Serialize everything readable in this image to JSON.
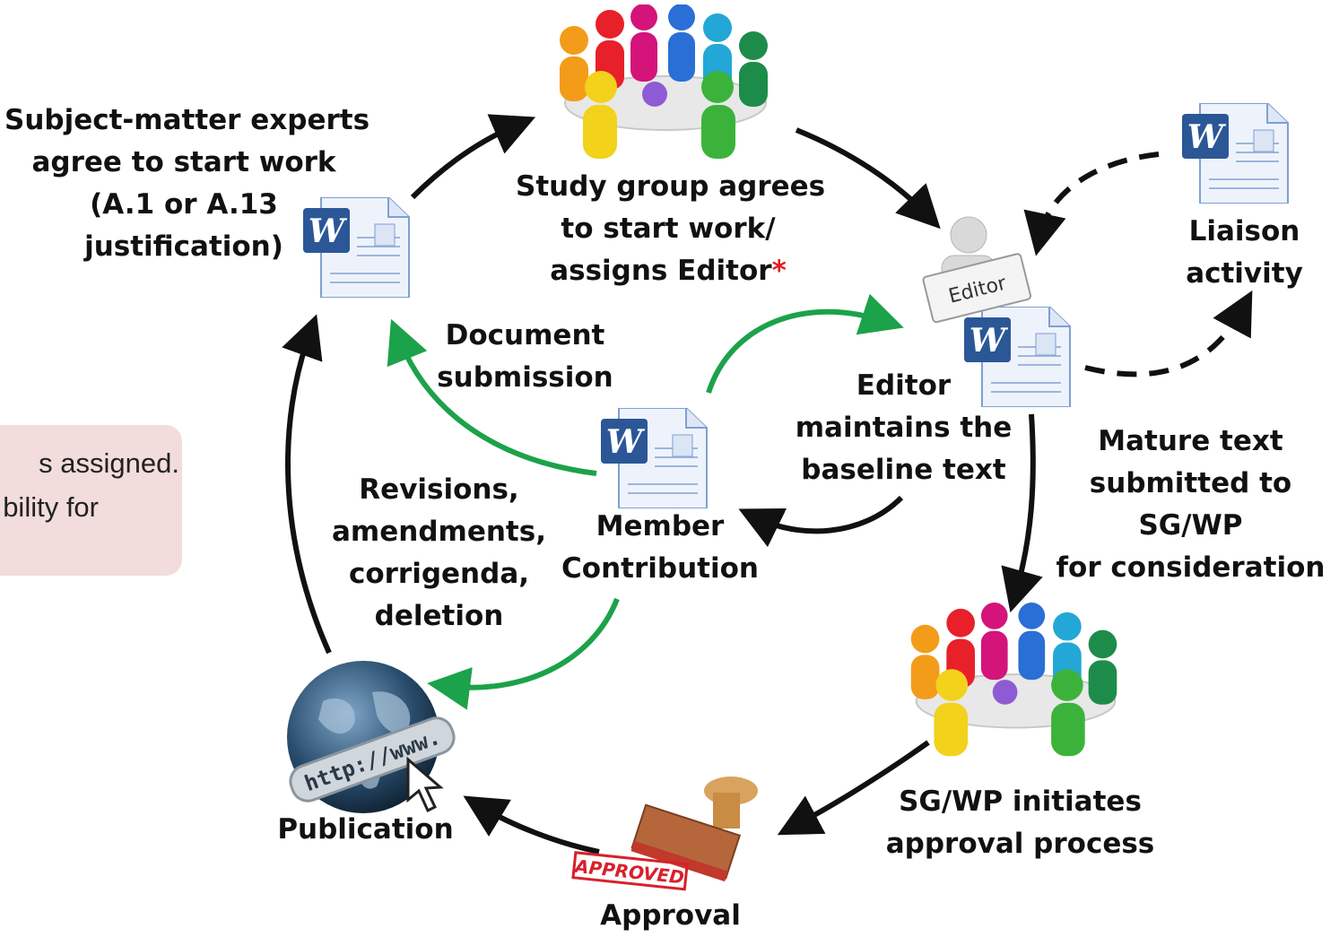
{
  "note": {
    "line1": "s assigned.",
    "line2": "bility for"
  },
  "labels": {
    "subject_experts": [
      "Subject-matter experts",
      "agree to start work",
      "(A.1 or A.13",
      "justification)"
    ],
    "study_group": [
      "Study group agrees",
      "to start work/"
    ],
    "study_group_last": "assigns Editor",
    "asterisk": "*",
    "liaison": [
      "Liaison",
      "activity"
    ],
    "document_submission": [
      "Document",
      "submission"
    ],
    "editor_maintains": [
      "Editor",
      "maintains the",
      "baseline text"
    ],
    "mature_text": [
      "Mature text",
      "submitted to",
      "SG/WP",
      "for consideration"
    ],
    "revisions": [
      "Revisions,",
      "amendments,",
      "corrigenda,",
      "deletion"
    ],
    "member_contribution": [
      "Member",
      "Contribution"
    ],
    "sg_wp_initiates": [
      "SG/WP initiates",
      "approval process"
    ],
    "publication": "Publication",
    "approval": "Approval"
  },
  "images": {
    "editor_sign": "Editor",
    "approved_stamp": "APPROVED",
    "globe_url": "http://www.",
    "word_letter": "W"
  },
  "colors": {
    "black_arrow": "#111111",
    "green_arrow": "#1ca24a",
    "asterisk": "#e02020",
    "note_bg": "#f2dcdc"
  }
}
